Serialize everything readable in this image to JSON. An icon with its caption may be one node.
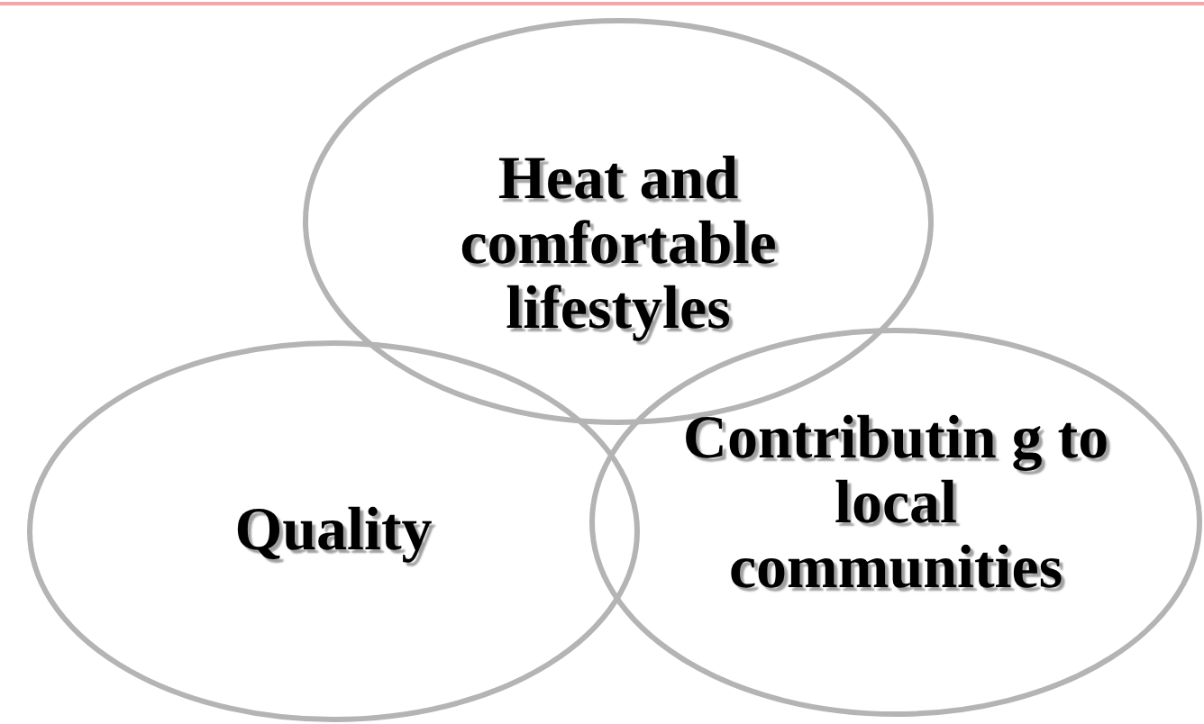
{
  "diagram": {
    "nodes": [
      {
        "text": [
          "Heat and comfortable lifestyles"
        ]
      },
      {
        "text": [
          "Quality"
        ]
      },
      {
        "text": [
          "Contributin g to local communities"
        ]
      }
    ]
  }
}
